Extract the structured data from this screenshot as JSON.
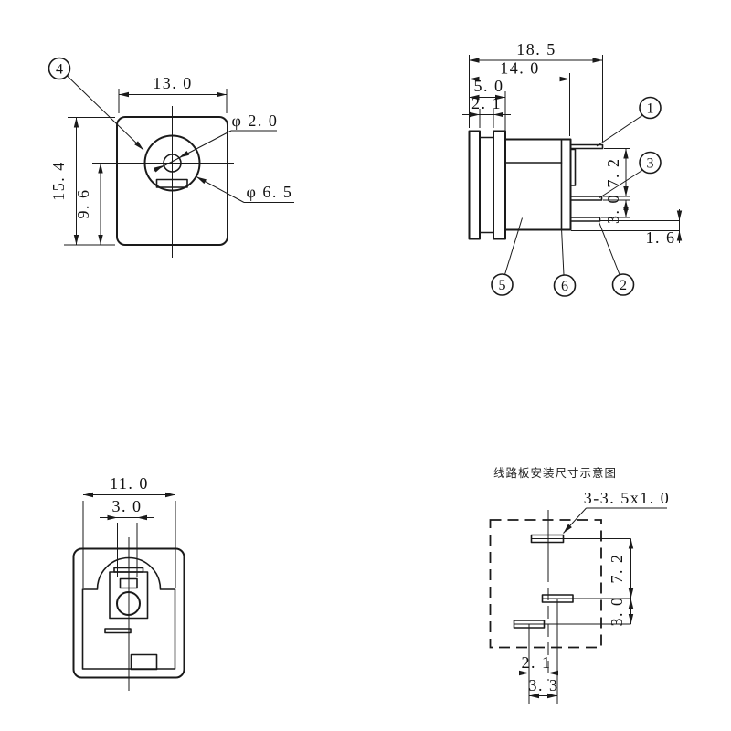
{
  "canvas": {
    "bg": "#ffffff",
    "line_color": "#1a1a1a"
  },
  "front_view": {
    "dim_width": "13. 0",
    "dim_total_height": "15. 4",
    "dim_center_to_bottom": "9. 6",
    "dim_center_pin_dia": "φ 2. 0",
    "dim_barrel_dia": "φ 6. 5",
    "callout_4": "4"
  },
  "side_view": {
    "dim_total_length": "18. 5",
    "dim_to_body_end": "14. 0",
    "dim_front_section": "5. 0",
    "dim_groove": "2. 1",
    "dim_pin1_to_pin3": "7. 2",
    "dim_pin3_to_pin2": "3. 0",
    "dim_pin_offset": "1. 6",
    "callout_1": "1",
    "callout_2": "2",
    "callout_3": "3",
    "callout_5": "5",
    "callout_6": "6"
  },
  "back_view": {
    "dim_inner_width": "11. 0",
    "dim_slot_width": "3. 0"
  },
  "pcb_view": {
    "title": "线路板安装尺寸示意图",
    "pad_spec": "3-3. 5x1. 0",
    "dim_row1_row2": "7. 2",
    "dim_row2_row3": "3. 0",
    "dim_offset": "2. 1",
    "dim_pitch": "3. 3"
  }
}
